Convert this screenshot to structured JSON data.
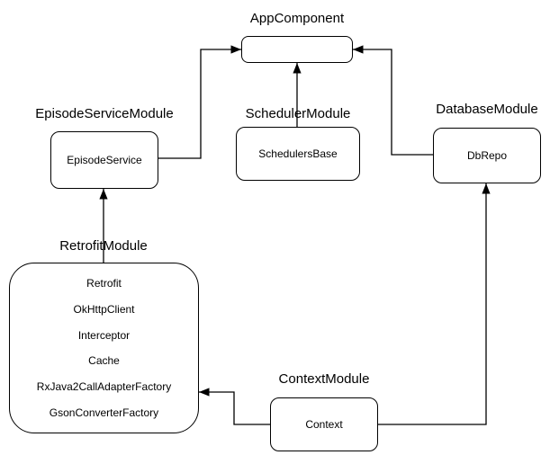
{
  "diagram": {
    "type": "dependency-graph",
    "background_color": "#ffffff",
    "stroke_color": "#000000",
    "text_color": "#000000",
    "node_fill_color": "#ffffff",
    "nodes": {
      "app": {
        "label": "AppComponent"
      },
      "episode": {
        "label": "EpisodeServiceModule",
        "item": "EpisodeService"
      },
      "scheduler": {
        "label": "SchedulerModule",
        "item": "SchedulersBase"
      },
      "database": {
        "label": "DatabaseModule",
        "item": "DbRepo"
      },
      "retrofit": {
        "label": "RetrofitModule",
        "items": [
          "Retrofit",
          "OkHttpClient",
          "Interceptor",
          "Cache",
          "RxJava2CallAdapterFactory",
          "GsonConverterFactory"
        ]
      },
      "context": {
        "label": "ContextModule",
        "item": "Context"
      }
    },
    "edges": [
      {
        "from": "EpisodeService",
        "to": "AppComponent"
      },
      {
        "from": "SchedulersBase",
        "to": "AppComponent"
      },
      {
        "from": "DbRepo",
        "to": "AppComponent"
      },
      {
        "from": "RetrofitModule",
        "to": "EpisodeService"
      },
      {
        "from": "Context",
        "to": "RetrofitModule"
      },
      {
        "from": "Context",
        "to": "DbRepo"
      }
    ]
  }
}
